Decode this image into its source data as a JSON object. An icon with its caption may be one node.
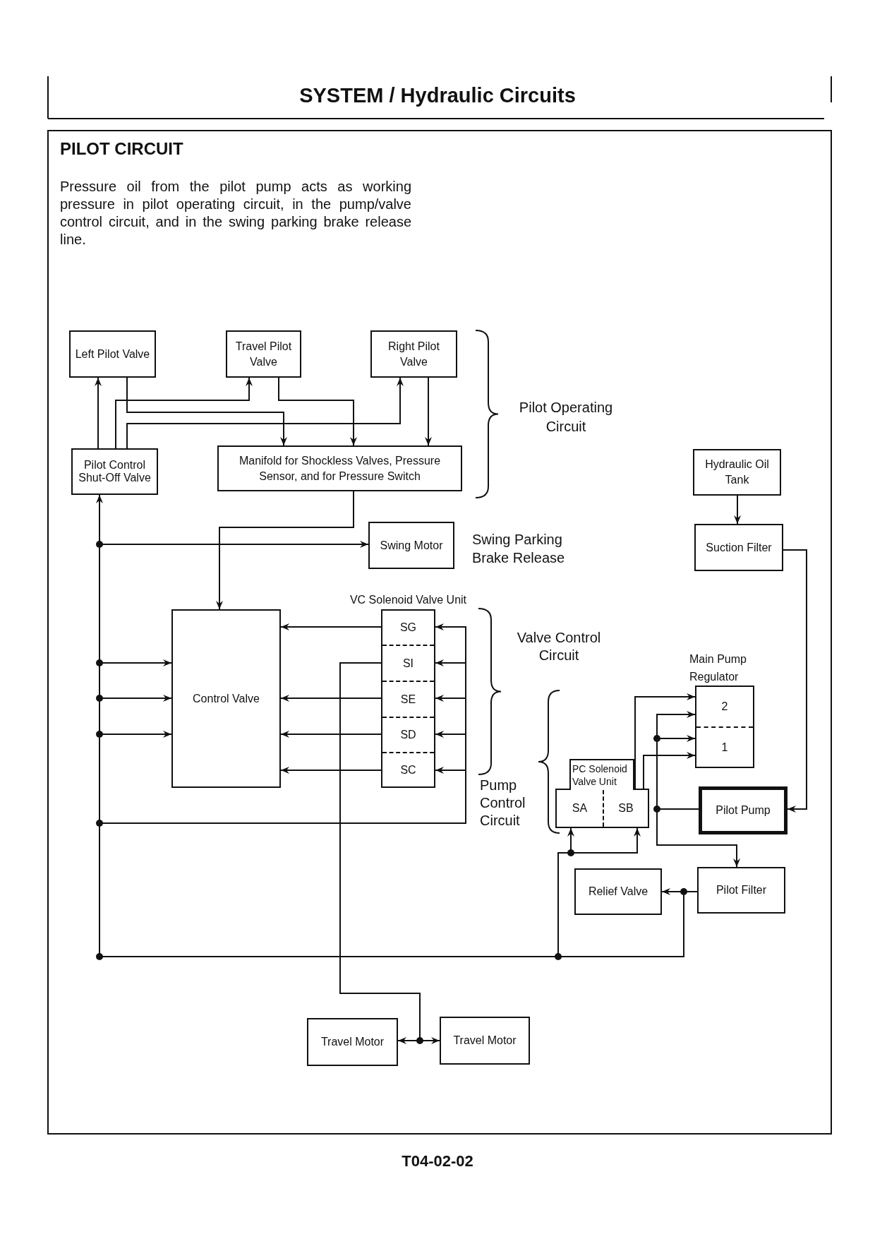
{
  "diagram": {
    "title": "SYSTEM / Hydraulic Circuits",
    "nodes": [
      {
        "text": [
          "Left Pilot Valve"
        ]
      },
      {
        "text": [
          "Travel Pilot Valve"
        ]
      },
      {
        "text": [
          "Right Pilot Valve"
        ]
      },
      {
        "text": [
          "Pilot Control Shut-Off Valve"
        ]
      },
      {
        "text": [
          "Manifold for Shockless Valves, Pressure Sensor, and for Pressure Switch"
        ]
      },
      {
        "text": [
          "Swing Motor"
        ]
      },
      {
        "text": [
          "Hydraulic Oil Tank"
        ]
      },
      {
        "text": [
          "Suction Filter"
        ]
      },
      {
        "text": [
          "Control Valve"
        ]
      },
      {
        "text": [
          "VC Solenoid Valve Unit"
        ]
      },
      {
        "text": [
          "SG"
        ],
        "in": 9
      },
      {
        "text": [
          "SI"
        ],
        "in": 9
      },
      {
        "text": [
          "SE"
        ],
        "in": 9
      },
      {
        "text": [
          "SD"
        ],
        "in": 9
      },
      {
        "text": [
          "SC"
        ],
        "in": 9
      },
      {
        "text": [
          "Main Pump Regulator"
        ]
      },
      {
        "text": [
          "2"
        ],
        "in": 15
      },
      {
        "text": [
          "1"
        ],
        "in": 15
      },
      {
        "text": [
          "PC Solenoid Valve Unit"
        ]
      },
      {
        "text": [
          "SA"
        ],
        "in": 18
      },
      {
        "text": [
          "SB"
        ],
        "in": 18
      },
      {
        "text": [
          "Pilot Pump"
        ]
      },
      {
        "text": [
          "Pilot Filter"
        ]
      },
      {
        "text": [
          "Relief Valve"
        ]
      },
      {
        "text": [
          "Travel Motor"
        ]
      },
      {
        "text": [
          "Travel Motor"
        ]
      }
    ],
    "edges": [
      {
        "from": 3,
        "to": 0,
        "arrow": "to"
      },
      {
        "from": 3,
        "to": 1,
        "arrow": "to"
      },
      {
        "from": 3,
        "to": 2,
        "arrow": "to"
      },
      {
        "from": 0,
        "to": 4,
        "arrow": "to"
      },
      {
        "from": 1,
        "to": 4,
        "arrow": "to"
      },
      {
        "from": 2,
        "to": 4,
        "arrow": "to"
      },
      {
        "from": 4,
        "to": 8,
        "arrow": "to"
      },
      {
        "from": 6,
        "to": 7,
        "arrow": "to"
      },
      {
        "from": 7,
        "to": 21,
        "arrow": "to"
      },
      {
        "from": 21,
        "to": 16,
        "arrow": "to"
      },
      {
        "from": 21,
        "to": 17,
        "arrow": "to"
      },
      {
        "from": 21,
        "to": 22,
        "arrow": "to"
      },
      {
        "from": 18,
        "to": 16,
        "arrow": "to"
      },
      {
        "from": 18,
        "to": 17,
        "arrow": "to"
      },
      {
        "from": 22,
        "to": 23,
        "arrow": "to"
      },
      {
        "from": 22,
        "to": 19,
        "arrow": "to"
      },
      {
        "from": 22,
        "to": 20,
        "arrow": "to"
      },
      {
        "from": 22,
        "to": 3,
        "arrow": "to"
      },
      {
        "from": 22,
        "to": 5,
        "arrow": "to"
      },
      {
        "from": 22,
        "to": 8,
        "arrow": "to"
      },
      {
        "from": 22,
        "to": 8,
        "arrow": "to"
      },
      {
        "from": 22,
        "to": 8,
        "arrow": "to"
      },
      {
        "from": 22,
        "to": 10,
        "arrow": "to"
      },
      {
        "from": 22,
        "to": 11,
        "arrow": "to"
      },
      {
        "from": 22,
        "to": 12,
        "arrow": "to"
      },
      {
        "from": 22,
        "to": 13,
        "arrow": "to"
      },
      {
        "from": 22,
        "to": 14,
        "arrow": "to"
      },
      {
        "from": 10,
        "to": 8,
        "arrow": "to"
      },
      {
        "from": 12,
        "to": 8,
        "arrow": "to"
      },
      {
        "from": 13,
        "to": 8,
        "arrow": "to"
      },
      {
        "from": 14,
        "to": 8,
        "arrow": "to"
      },
      {
        "from": 11,
        "to": 24,
        "arrow": "to"
      },
      {
        "from": 11,
        "to": 25,
        "arrow": "to"
      }
    ],
    "labels": [
      "PILOT CIRCUIT",
      "Pressure oil from the pilot pump acts as working pressure in pilot operating circuit, in the pump/valve control circuit, and in the swing parking brake release line.",
      "Pilot Operating Circuit",
      "Swing Parking Brake Release",
      "Valve Control Circuit",
      "Pump Control Circuit",
      "T04-02-02"
    ]
  }
}
